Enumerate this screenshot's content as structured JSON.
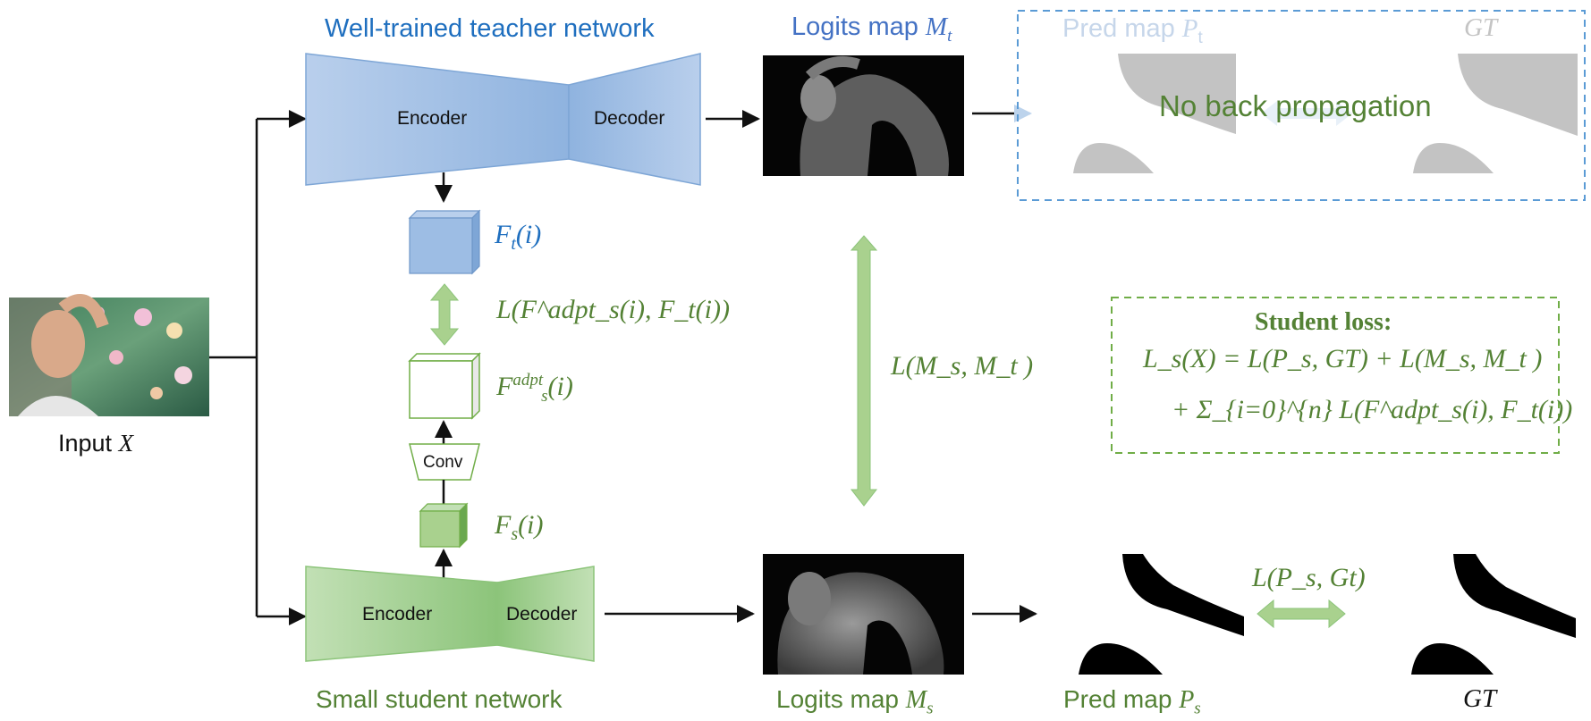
{
  "colors": {
    "teacher_blue": "#8fb3df",
    "student_green": "#8cc47a",
    "title_blue": "#1f6fbf",
    "label_green": "#548235",
    "dashed_blue": "#5b9bd5",
    "dashed_green": "#70ad47"
  },
  "input": {
    "label": "Input",
    "var": "X"
  },
  "teacher": {
    "title": "Well-trained teacher network",
    "encoder": "Encoder",
    "decoder": "Decoder",
    "feature": "F",
    "feature_sub": "t",
    "feature_arg": "(i)"
  },
  "student": {
    "title": "Small student network",
    "encoder": "Encoder",
    "decoder": "Decoder",
    "feature": "F",
    "feature_sub": "s",
    "feature_arg": "(i)",
    "conv": "Conv",
    "adapted_feature": "F",
    "adapted_sup": "adpt",
    "adapted_sub": "s",
    "adapted_arg": "(i)"
  },
  "losses": {
    "feature_loss": "L(F^adpt_s(i), F_t(i))",
    "logits_loss": "L(M_s, M_t )",
    "pred_loss": "L(P_s, Gt)"
  },
  "top_row": {
    "logits_label": "Logits map",
    "logits_var": "M",
    "logits_sub": "t",
    "pred_label": "Pred map",
    "pred_var": "P",
    "pred_sub": "t",
    "gt_label": "GT",
    "no_backprop": "No back propagation"
  },
  "bottom_row": {
    "logits_label": "Logits map",
    "logits_var": "M",
    "logits_sub": "s",
    "pred_label": "Pred map",
    "pred_var": "P",
    "pred_sub": "s",
    "gt_label": "GT"
  },
  "student_loss": {
    "title": "Student loss:",
    "line1": "L_s(X) = L(P_s, GT) + L(M_s, M_t )",
    "line2": "+ Σ_{i=0}^{n} L(F^adpt_s(i), F_t(i))"
  },
  "icons": [
    "photo-thumbnail",
    "mask-image",
    "double-arrow"
  ]
}
